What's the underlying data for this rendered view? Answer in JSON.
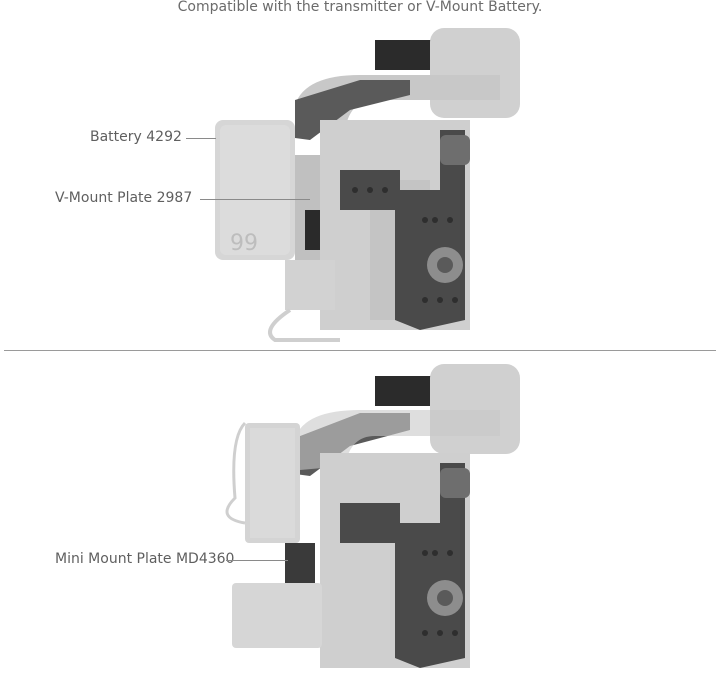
{
  "caption": "Compatible with the transmitter or V-Mount Battery.",
  "top_panel": {
    "labels": [
      {
        "text": "Battery 4292"
      },
      {
        "text": "V-Mount Plate 2987"
      }
    ]
  },
  "bottom_panel": {
    "labels": [
      {
        "text": "Mini Mount Plate MD4360"
      }
    ]
  },
  "battery_marking": "99"
}
